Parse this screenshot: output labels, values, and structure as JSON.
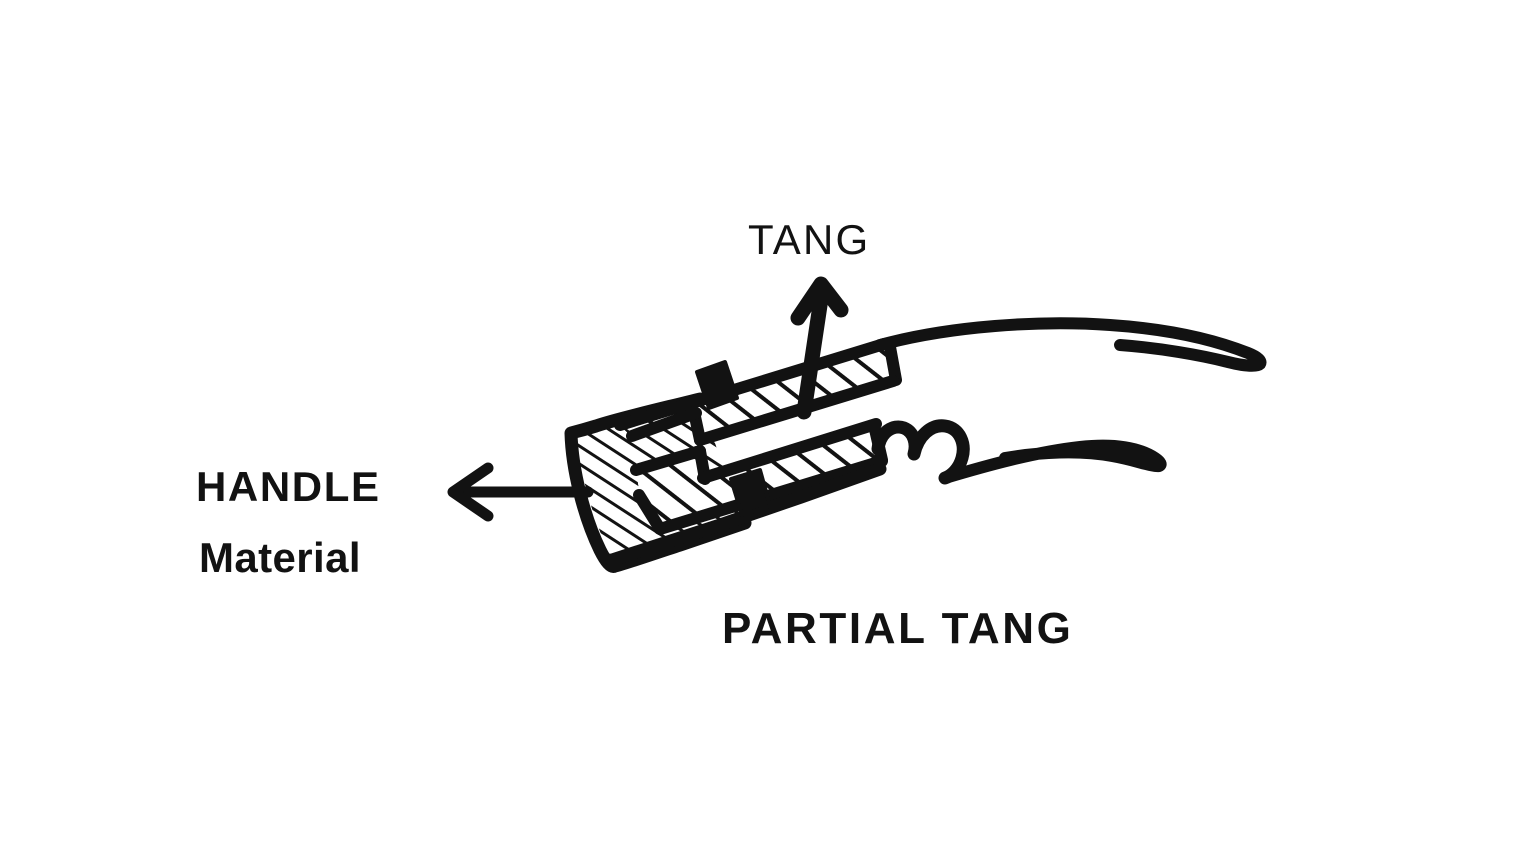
{
  "diagram": {
    "title": "Partial Tang Knife Construction Diagram",
    "background_color": "#ffffff",
    "ink_color": "#121212",
    "labels": {
      "tang": "TANG",
      "handle": "HANDLE",
      "material": "Material",
      "partial_tang": "PARTIAL TANG"
    },
    "annotations": {
      "tang_arrow": "up-arrow",
      "handle_arrow": "left-arrow"
    },
    "parts": {
      "handle_butt": "handle-butt-cap",
      "handle_scale": "hatched-handle-scales",
      "tang_band": "hatched-partial-tang",
      "tang_void": "tang-termination-gap",
      "rivet_top": "handle-rivet-top",
      "rivet_bottom": "handle-rivet-bottom",
      "blade_spine": "blade-spine",
      "blade_edge": "blade-cutting-edge",
      "choil": "finger-choil-notch",
      "blade_tip": "blade-tip"
    }
  }
}
